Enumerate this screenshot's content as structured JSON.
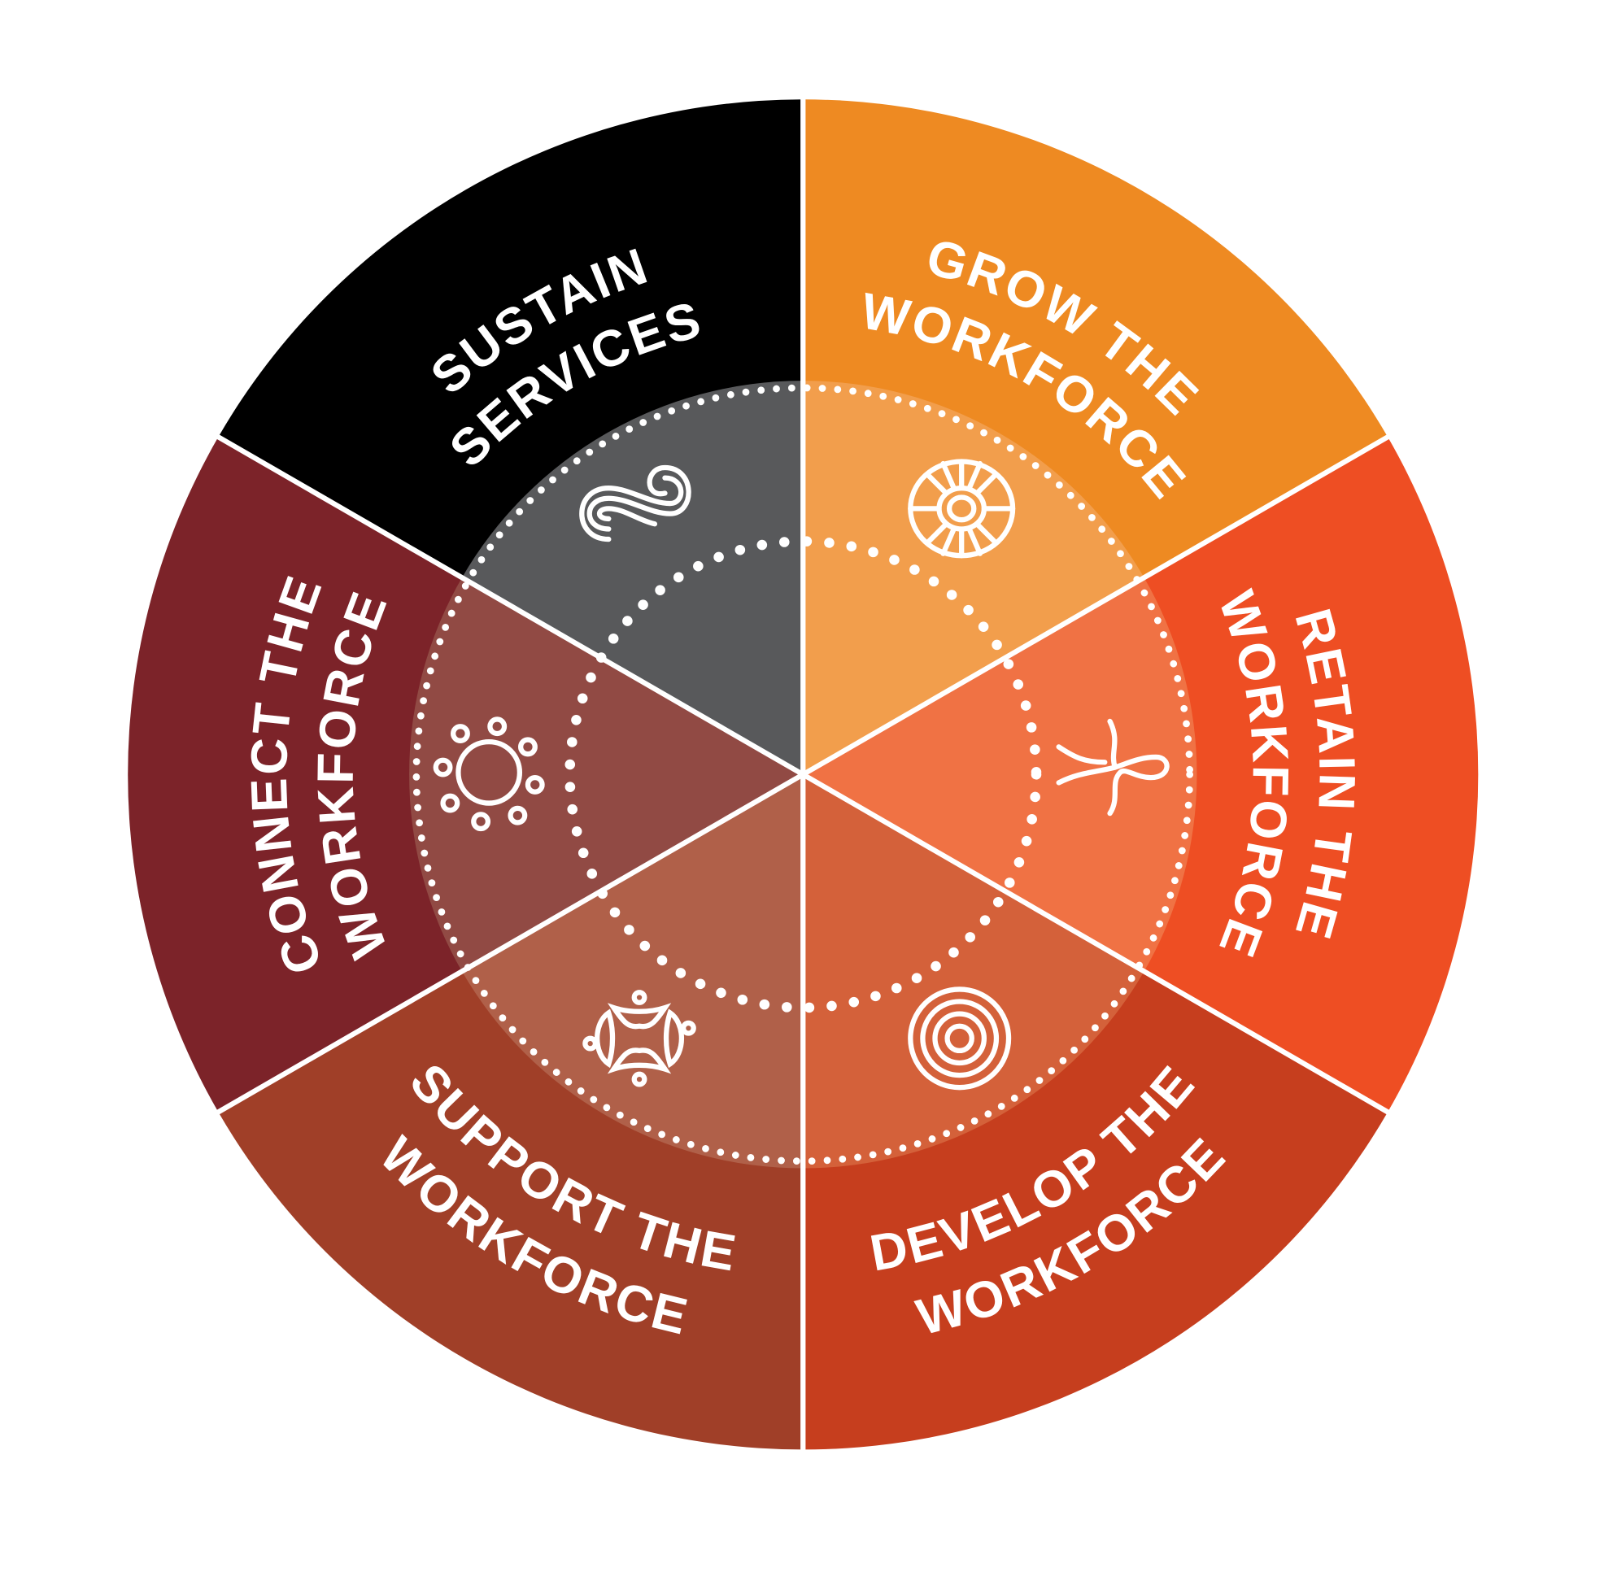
{
  "segments": [
    {
      "id": "grow",
      "line1": "GROW THE",
      "line2": "WORKFORCE",
      "color": "#EE8A22",
      "inner_color": "#F29E4C",
      "icon": "concentric-rays-icon"
    },
    {
      "id": "retain",
      "line1": "RETAIN THE",
      "line2": "WORKFORCE",
      "color": "#EE4E23",
      "inner_color": "#F07244",
      "icon": "figure-icon"
    },
    {
      "id": "develop",
      "line1": "DEVELOP THE",
      "line2": "WORKFORCE",
      "color": "#C63E1E",
      "inner_color": "#D4613A",
      "icon": "concentric-circles-icon"
    },
    {
      "id": "support",
      "line1": "SUPPORT THE",
      "line2": "WORKFORCE",
      "color": "#A03F28",
      "inner_color": "#B06049",
      "icon": "people-gathering-icon"
    },
    {
      "id": "connect",
      "line1": "CONNECT THE",
      "line2": "WORKFORCE",
      "color": "#7C2329",
      "inner_color": "#914A44",
      "icon": "circle-dots-icon"
    },
    {
      "id": "sustain",
      "line1": "SUSTAIN",
      "line2": "SERVICES",
      "color": "#000000",
      "inner_color": "#58595B",
      "icon": "swirl-icon"
    }
  ]
}
